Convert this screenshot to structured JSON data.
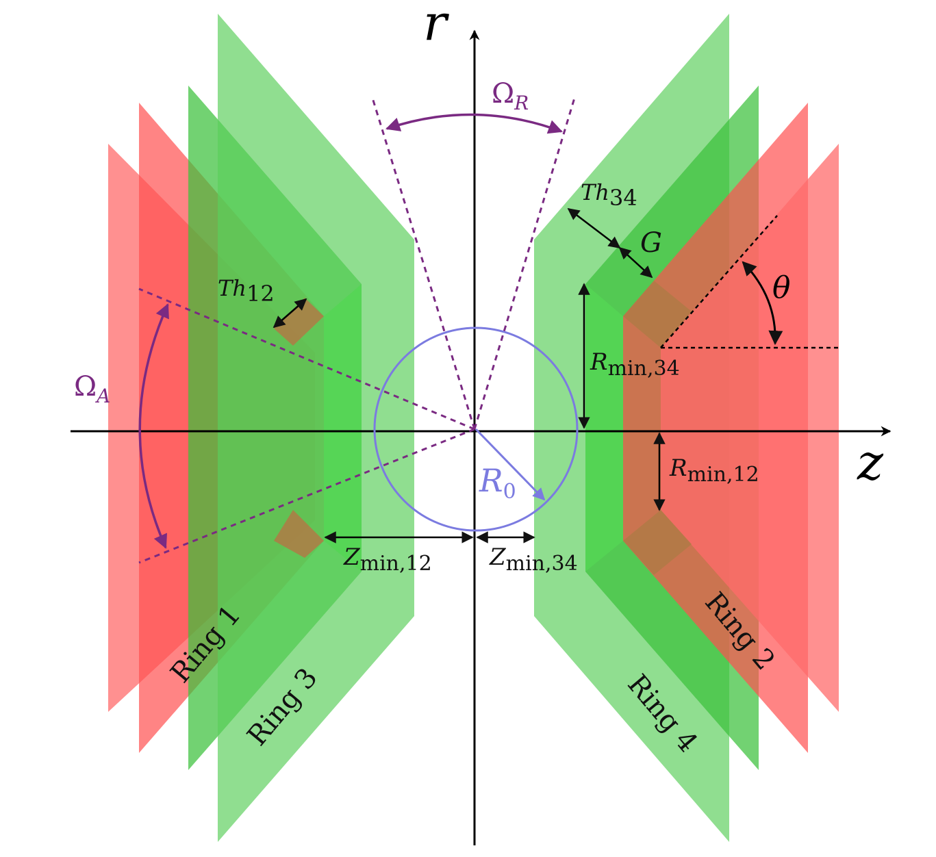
{
  "axes": {
    "r": "r",
    "z": "z"
  },
  "angles": {
    "omega_r": {
      "sym": "Ω",
      "sub": "R"
    },
    "omega_a": {
      "sym": "Ω",
      "sub": "A"
    },
    "theta": "θ"
  },
  "dimensions": {
    "th12": {
      "main": "Th",
      "sub": "12"
    },
    "th34": {
      "main": "Th",
      "sub": "34"
    },
    "gap": "G",
    "rmin34": {
      "main": "R",
      "sub": "min,34"
    },
    "rmin12": {
      "main": "R",
      "sub": "min,12"
    },
    "zmin12": {
      "main": "Z",
      "sub": "min,12"
    },
    "zmin34": {
      "main": "Z",
      "sub": "min,34"
    },
    "r0": {
      "main": "R",
      "sub": "0"
    }
  },
  "rings": {
    "ring1": "Ring 1",
    "ring2": "Ring 2",
    "ring3": "Ring 3",
    "ring4": "Ring 4"
  },
  "colors": {
    "red": "#ff5a5a",
    "green": "#4cc84c",
    "purple": "#7a2a82",
    "blue": "#7b7be0"
  }
}
